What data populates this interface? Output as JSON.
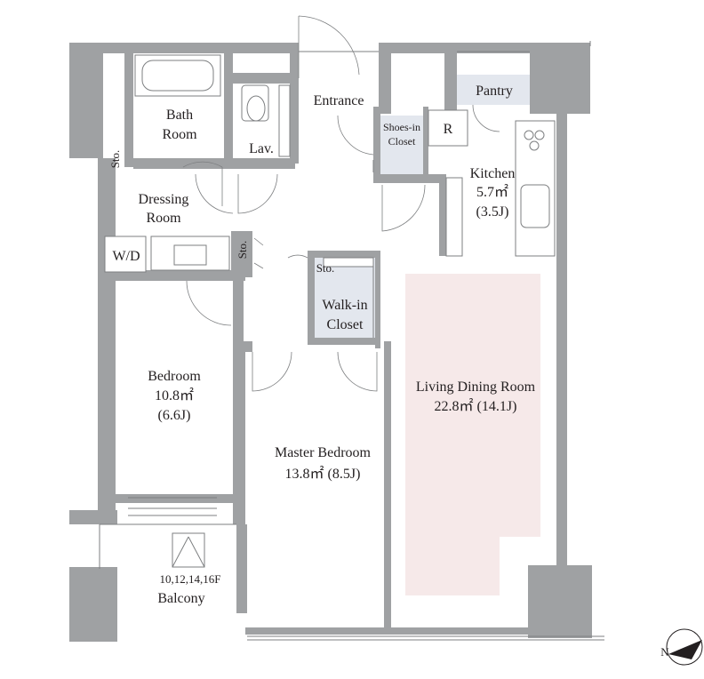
{
  "rooms": {
    "bath": {
      "line1": "Bath",
      "line2": "Room"
    },
    "lav": "Lav.",
    "entrance": "Entrance",
    "shoes_closet": {
      "line1": "Shoes-in",
      "line2": "Closet"
    },
    "refrigerator": "R",
    "pantry": "Pantry",
    "kitchen": {
      "name": "Kitchen",
      "area": "5.7㎡",
      "jou": "(3.5J)"
    },
    "dressing": {
      "line1": "Dressing",
      "line2": "Room"
    },
    "sto_bath": "Sto.",
    "sto_hall": "Sto.",
    "sto_walkin": "Sto.",
    "wd": "W/D",
    "walkin_closet": {
      "line1": "Walk-in",
      "line2": "Closet"
    },
    "bedroom": {
      "name": "Bedroom",
      "area": "10.8㎡",
      "jou": "(6.6J)"
    },
    "master_bedroom": {
      "name": "Master Bedroom",
      "area_jou": "13.8㎡  (8.5J)"
    },
    "living": {
      "name": "Living Dining Room",
      "area_jou": "22.8㎡  (14.1J)"
    },
    "balcony": {
      "floors": "10,12,14,16F",
      "name": "Balcony"
    }
  },
  "compass": {
    "label": "N",
    "icon": "north-arrow-icon"
  },
  "colors": {
    "wall": "#9fa1a3",
    "closet": "#e3e7ee",
    "living_highlight": "#f6e9e9",
    "text": "#231f20"
  }
}
